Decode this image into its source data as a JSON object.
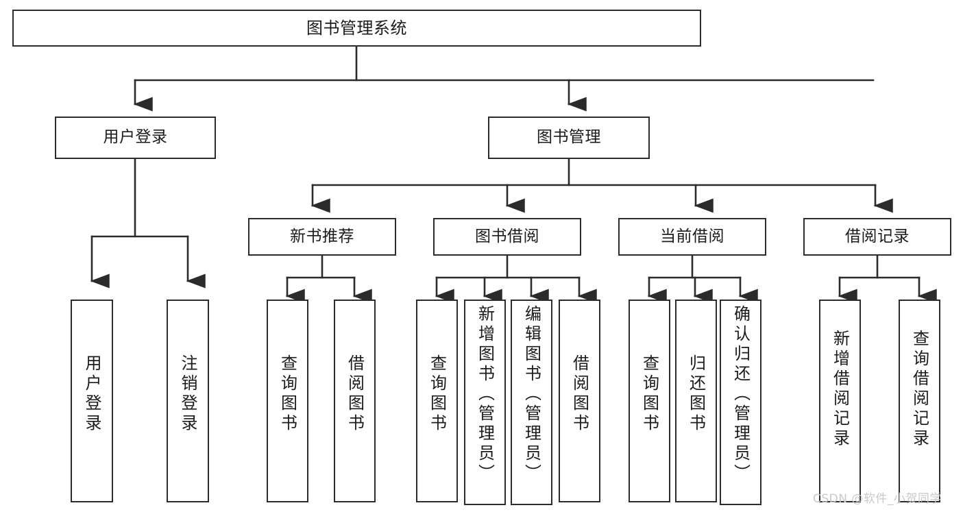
{
  "diagram": {
    "title": "图书管理系统",
    "type": "tree",
    "watermark": "CSDN @软件_小贺同学",
    "colors": {
      "box_border": "#2b2b2b",
      "box_fill": "#ffffff",
      "connector": "#2b2b2b",
      "text": "#1b1b1b",
      "watermark": "#c9c9c9",
      "background": "#ffffff"
    }
  },
  "root": {
    "label": "图书管理系统"
  },
  "level1": [
    {
      "label": "用户登录"
    },
    {
      "label": "图书管理"
    }
  ],
  "level2": [
    {
      "label": "新书推荐"
    },
    {
      "label": "图书借阅"
    },
    {
      "label": "当前借阅"
    },
    {
      "label": "借阅记录"
    }
  ],
  "leaves": {
    "user_login": [
      {
        "label": "用户登录"
      },
      {
        "label": "注销登录"
      }
    ],
    "new_book": [
      {
        "label": "查询图书"
      },
      {
        "label": "借阅图书"
      }
    ],
    "borrow": [
      {
        "label": "查询图书"
      },
      {
        "label": "新增图书（管理员）"
      },
      {
        "label": "编辑图书（管理员）"
      },
      {
        "label": "借阅图书"
      }
    ],
    "current": [
      {
        "label": "查询图书"
      },
      {
        "label": "归还图书"
      },
      {
        "label": "确认归还（管理员）"
      }
    ],
    "records": [
      {
        "label": "新增借阅记录"
      },
      {
        "label": "查询借阅记录"
      }
    ]
  }
}
